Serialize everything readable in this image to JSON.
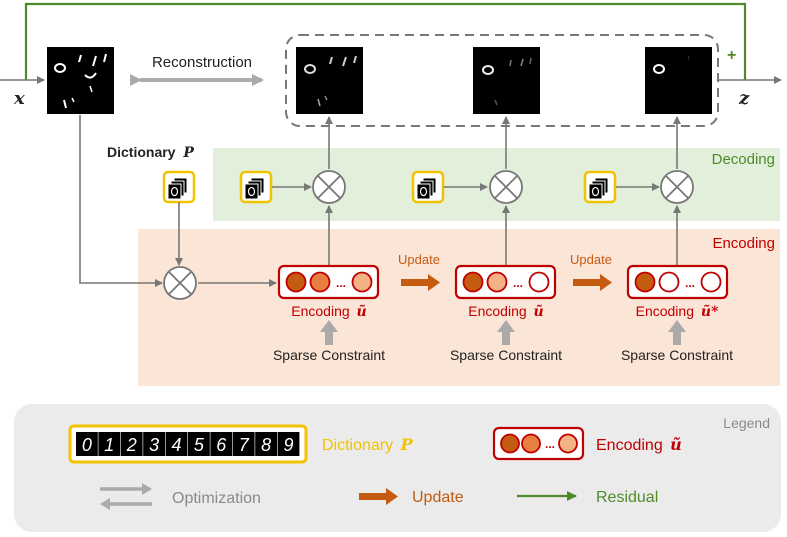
{
  "labels": {
    "input": "x",
    "output": "z",
    "plus": "+",
    "reconstruction": "Reconstruction",
    "dictionary": "Dictionary",
    "dictionary_symbol": "P",
    "decoding": "Decoding",
    "encoding_region": "Encoding",
    "update": "Update",
    "encoding_word": "Encoding",
    "encoding_symbol": "ũ",
    "encoding_symbol_final": "ũ*",
    "sparse": "Sparse Constraint",
    "dots": "..."
  },
  "legend": {
    "title": "Legend",
    "digits": [
      "0",
      "1",
      "2",
      "3",
      "4",
      "5",
      "6",
      "7",
      "8",
      "9"
    ],
    "dictionary_text": "Dictionary",
    "dictionary_symbol": "P",
    "encoding_text": "Encoding",
    "encoding_symbol": "ũ",
    "optimization": "Optimization",
    "update": "Update",
    "residual": "Residual",
    "dots": "..."
  },
  "colors": {
    "green": "#4f8a2a",
    "red": "#c00000",
    "orange": "#c55a11",
    "yellow": "#f2c200",
    "gray": "#9e9e9e",
    "decoding_bg": "#e2efda",
    "encoding_bg": "#fbe5d6",
    "legend_bg": "#ebebeb"
  }
}
